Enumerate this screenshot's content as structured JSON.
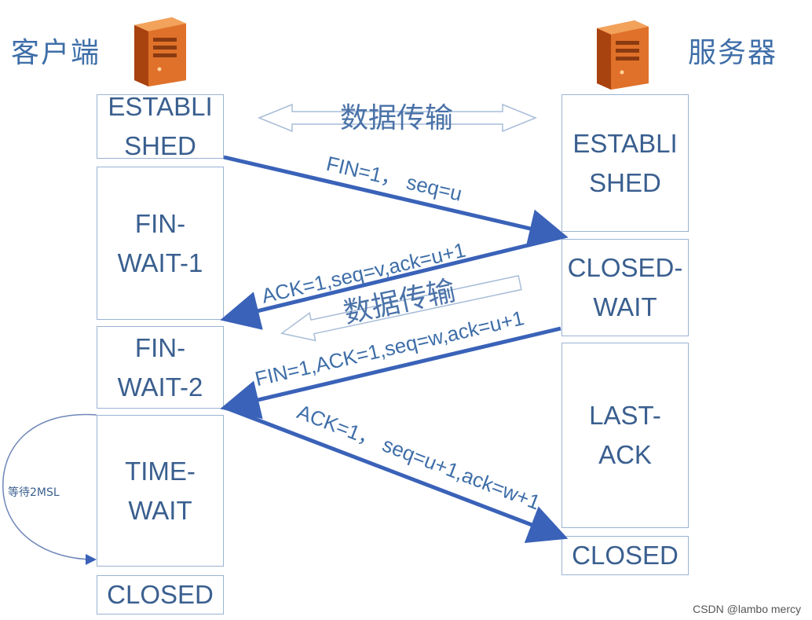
{
  "client": {
    "title": "客户端",
    "icon": "server-tower-icon"
  },
  "server": {
    "title": "服务器",
    "icon": "server-tower-icon"
  },
  "client_states": [
    "ESTABLI\nSHED",
    "FIN-\nWAIT-1",
    "FIN-\nWAIT-2",
    "TIME-\nWAIT",
    "CLOSED"
  ],
  "server_states": [
    "ESTABLI\nSHED",
    "CLOSED-\nWAIT",
    "LAST-\nACK",
    "CLOSED"
  ],
  "transfer": {
    "top": "数据传输",
    "middle": "数据传输"
  },
  "messages": [
    "FIN=1，  seq=u",
    "ACK=1,seq=v,ack=u+1",
    "FIN=1,ACK=1,seq=w,ack=u+1",
    "ACK=1，  seq=u+1,ack=w+1"
  ],
  "wait_label": "等待2MSL",
  "watermark": "CSDN @lambo mercy",
  "colors": {
    "arrow": "#3a62b8",
    "text": "#3e6ea8",
    "box_border": "#9ab3d4",
    "icon": "#e87a2a"
  }
}
